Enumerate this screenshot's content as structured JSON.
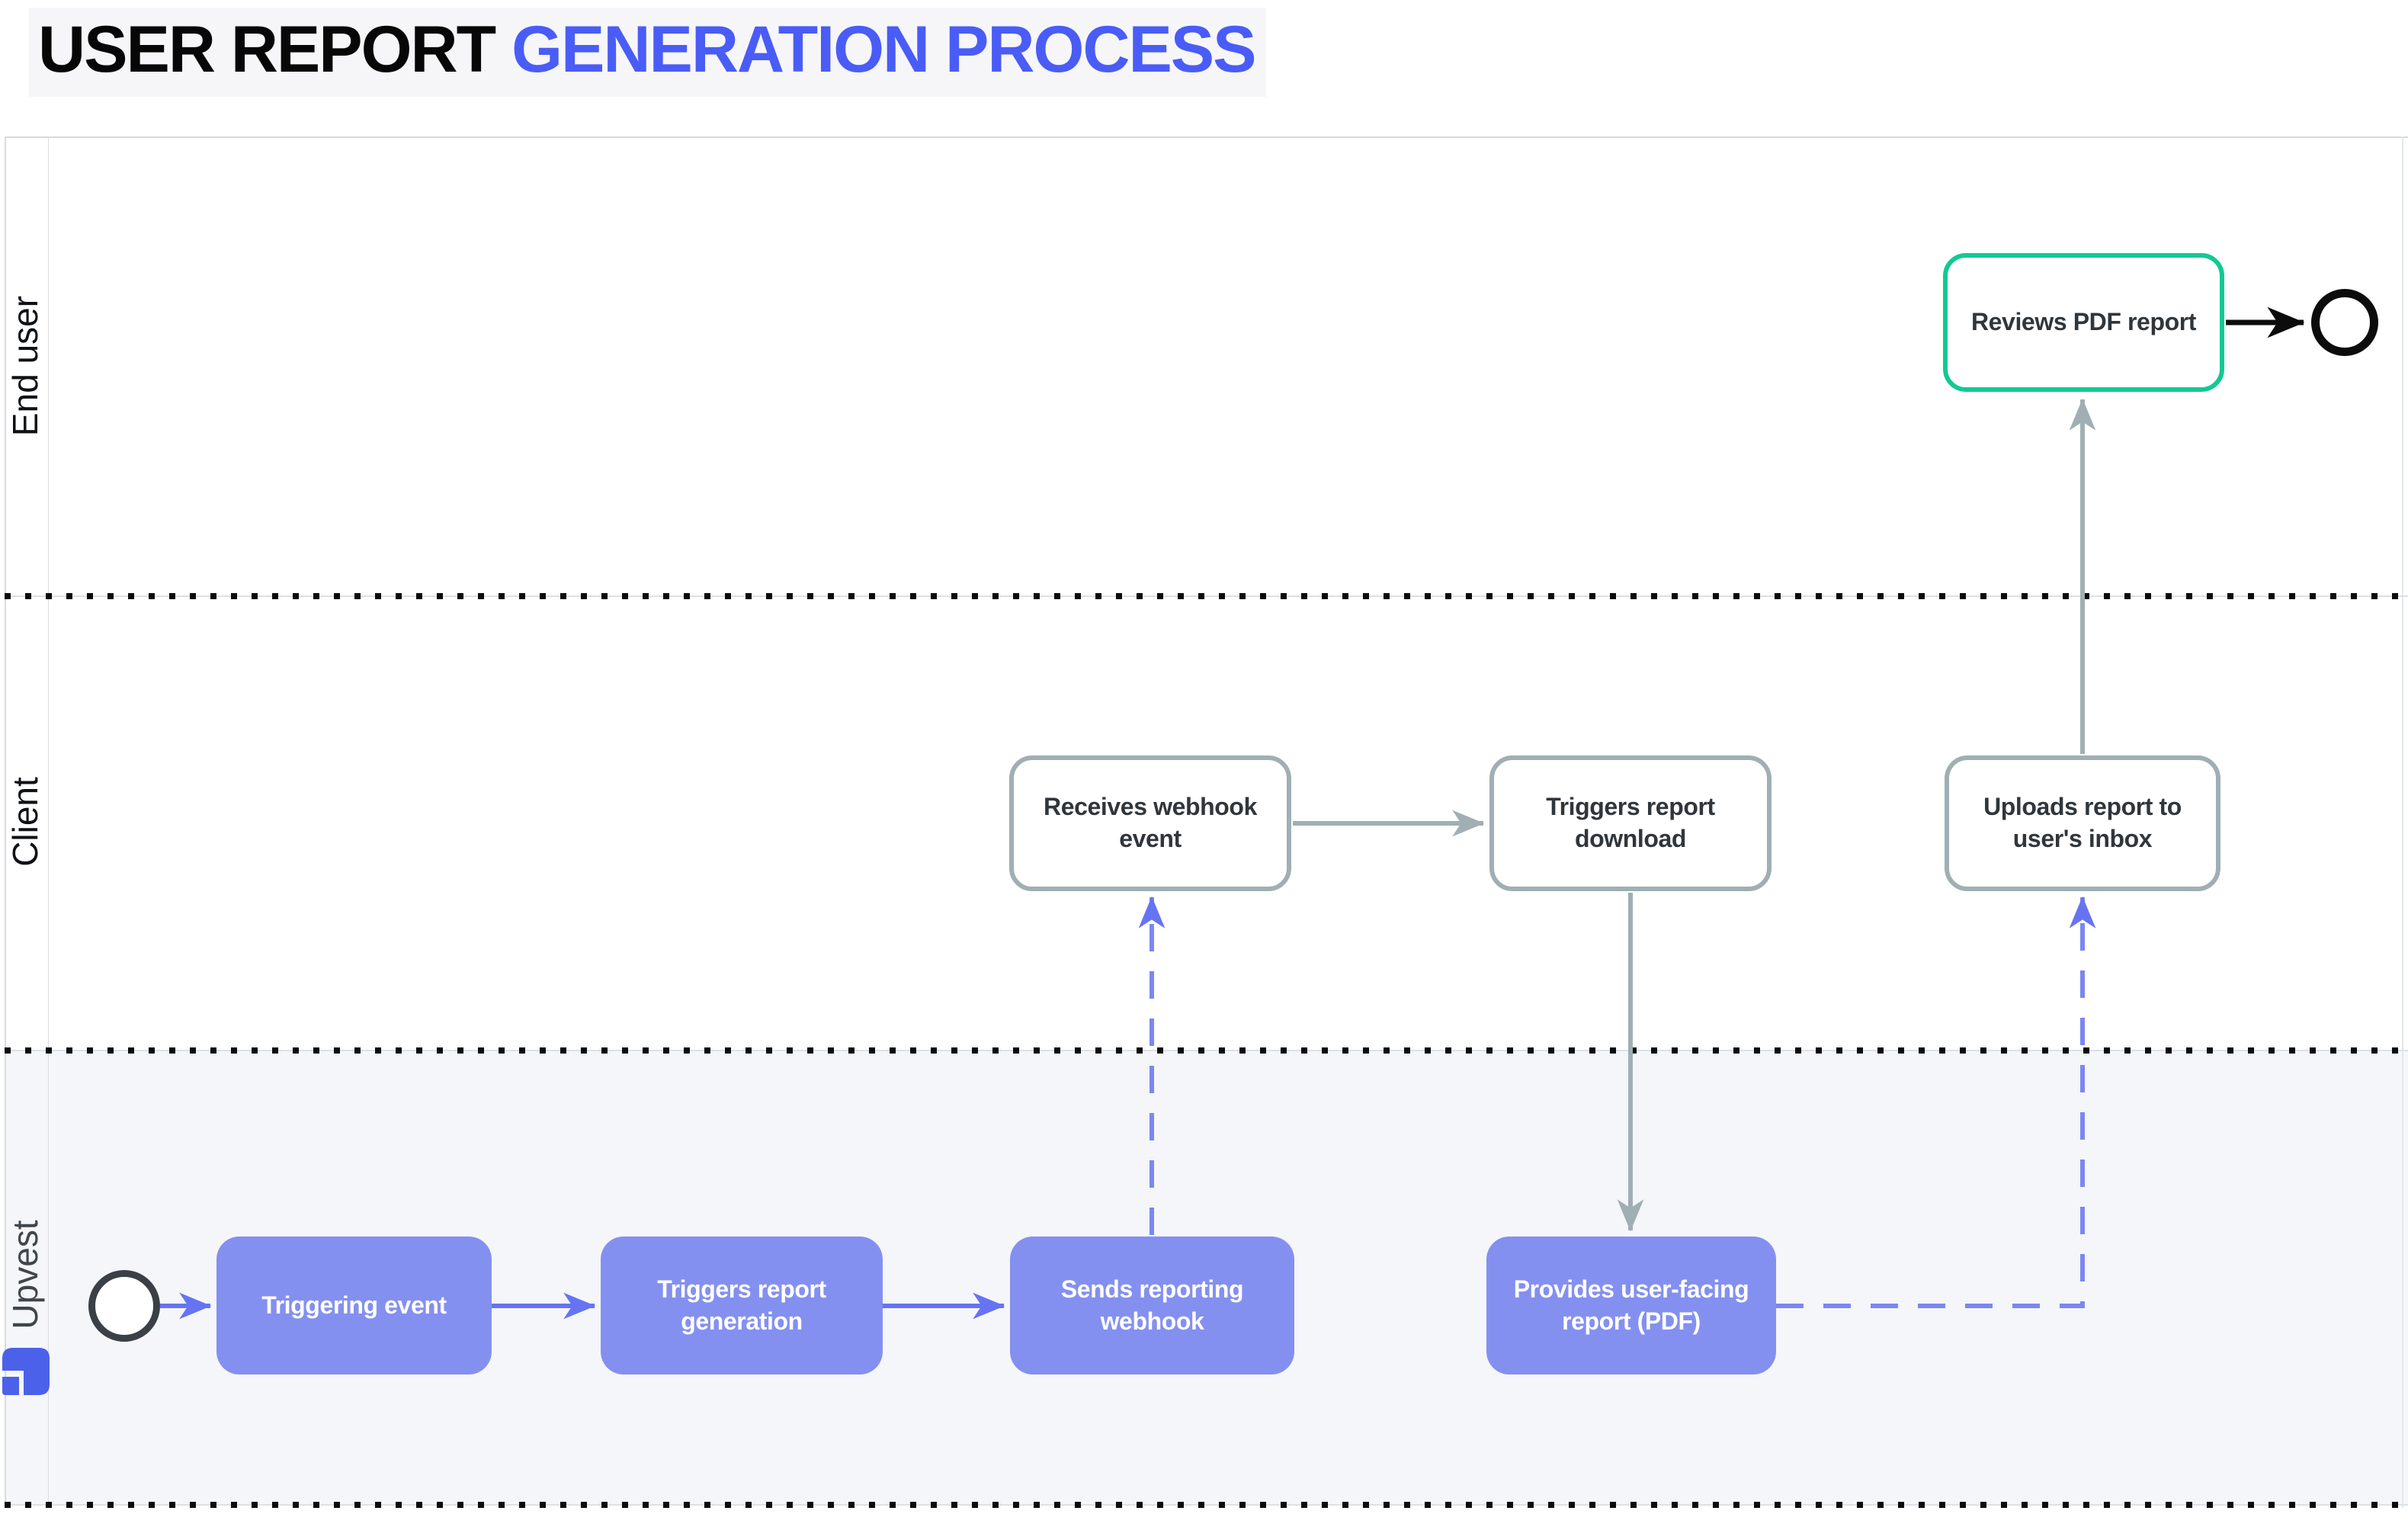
{
  "title": {
    "part_black": "USER REPORT",
    "part_blue": "GENERATION PROCESS"
  },
  "lanes": {
    "end_user": "End user",
    "client": "Client",
    "upvest": "Upvest"
  },
  "nodes": {
    "triggering_event": "Triggering event",
    "triggers_report_generation": "Triggers report generation",
    "sends_reporting_webhook": "Sends reporting webhook",
    "provides_report": "Provides user-facing report (PDF)",
    "receives_webhook_event": "Receives webhook event",
    "triggers_report_download": "Triggers report download",
    "uploads_report": "Uploads report to user's inbox",
    "reviews_pdf_report": "Reviews PDF report"
  },
  "colors": {
    "title_accent": "#4A5CF6",
    "node_blue_fill": "#8490F0",
    "connector_blue": "#6674F2",
    "connector_blue_dashed": "#7B87F2",
    "connector_gray": "#9FAFB4",
    "outline_gray": "#9FAFB4",
    "success_green": "#12C993",
    "logo_blue": "#4C61E9",
    "lane_bg": "#F5F6F9"
  }
}
